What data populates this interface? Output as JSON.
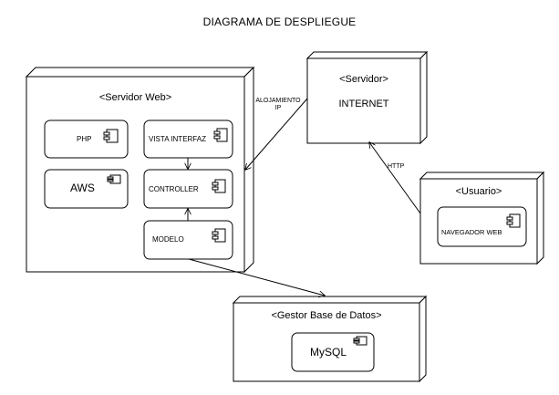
{
  "title": "DIAGRAMA DE DESPLIEGUE",
  "nodes": {
    "servidor_web": {
      "name": "<Servidor Web>"
    },
    "servidor": {
      "name": "<Servidor>",
      "content": "INTERNET"
    },
    "usuario": {
      "name": "<Usuario>"
    },
    "gestor_bd": {
      "name": "<Gestor Base de Datos>"
    }
  },
  "components": {
    "php": "PHP",
    "aws": "AWS",
    "vista_interfaz": "VISTA INTERFAZ",
    "controller": "CONTROLLER",
    "modelo": "MODELO",
    "navegador_web": "NAVEGADOR WEB",
    "mysql": "MySQL"
  },
  "edges": {
    "alojamiento": "ALOJAMIENTO\nIP",
    "http": "HTTP"
  }
}
